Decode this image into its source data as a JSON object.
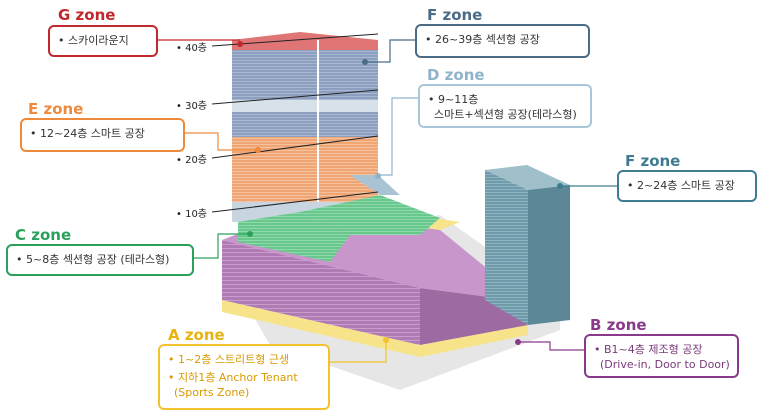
{
  "zones": {
    "g": {
      "title": "G zone",
      "lines": [
        "• 스카이라운지"
      ],
      "color": "#c0282d"
    },
    "f_top": {
      "title": "F zone",
      "lines": [
        "• 26~39층  섹션형 공장"
      ],
      "color": "#4a6c86"
    },
    "d": {
      "title": "D zone",
      "lines": [
        "• 9~11층",
        "스마트+섹션형 공장(테라스형)"
      ],
      "color": "#8fb3c9"
    },
    "e": {
      "title": "E zone",
      "lines": [
        "• 12~24층  스마트 공장"
      ],
      "color": "#ee8a3c"
    },
    "f_right": {
      "title": "F zone",
      "lines": [
        "• 2~24층 스마트 공장"
      ],
      "color": "#3f7c91"
    },
    "c": {
      "title": "C zone",
      "lines": [
        "• 5~8층   섹션형 공장 (테라스형)"
      ],
      "color": "#2aa15b"
    },
    "a": {
      "title": "A zone",
      "lines": [
        "• 1~2층 스트리트형 근생",
        "• 지하1층 Anchor Tenant",
        "(Sports Zone)"
      ],
      "color": "#f3c22d"
    },
    "b": {
      "title": "B zone",
      "lines": [
        "• B1~4층   제조형 공장",
        "(Drive-in, Door to Door)"
      ],
      "color": "#8a3a8a"
    }
  },
  "floors": [
    "• 40층",
    "• 30층",
    "• 20층",
    "• 10층"
  ]
}
